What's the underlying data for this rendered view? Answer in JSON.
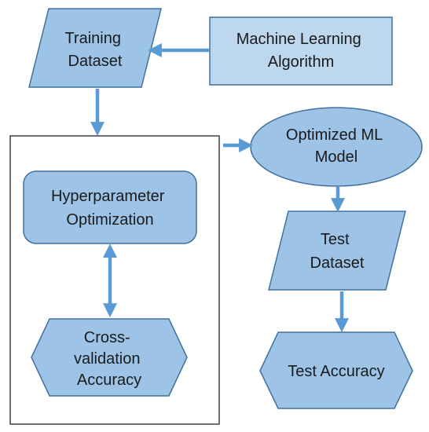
{
  "nodes": {
    "training_dataset": {
      "lines": [
        "Training",
        "Dataset"
      ]
    },
    "ml_algorithm": {
      "lines": [
        "Machine Learning",
        "Algorithm"
      ]
    },
    "hyperparameter_optimization": {
      "lines": [
        "Hyperparameter",
        "Optimization"
      ]
    },
    "cross_validation": {
      "lines": [
        "Cross-",
        "validation",
        "Accuracy"
      ]
    },
    "optimized_model": {
      "lines": [
        "Optimized ML",
        "Model"
      ]
    },
    "test_dataset": {
      "lines": [
        "Test",
        "Dataset"
      ]
    },
    "test_accuracy": {
      "lines": [
        "Test Accuracy"
      ]
    }
  },
  "colors": {
    "fill_primary": "#9DC3E6",
    "fill_light": "#BDD7EE",
    "stroke": "#41719C",
    "arrow": "#5B9BD5",
    "frame": "#404040"
  }
}
